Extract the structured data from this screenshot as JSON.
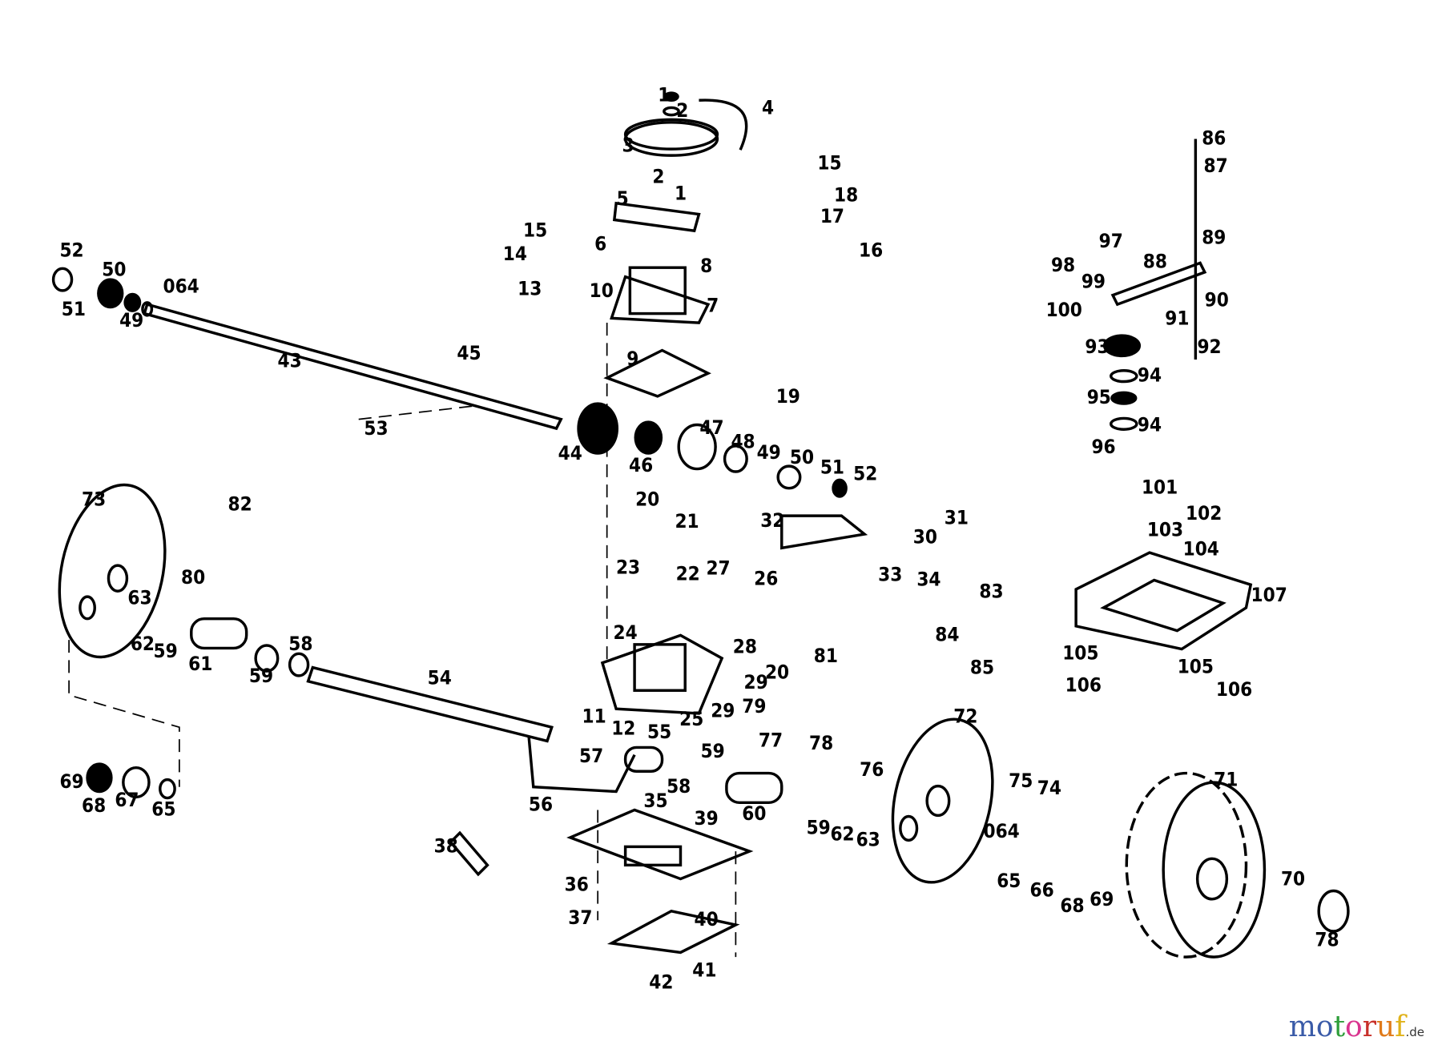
{
  "diagram": {
    "type": "exploded parts diagram",
    "part_labels": [
      "1",
      "2",
      "4",
      "3",
      "2",
      "1",
      "15",
      "18",
      "17",
      "16",
      "5",
      "15",
      "14",
      "6",
      "8",
      "13",
      "10",
      "7",
      "52",
      "50",
      "51",
      "49",
      "064",
      "43",
      "45",
      "9",
      "19",
      "53",
      "44",
      "46",
      "47",
      "48",
      "49",
      "50",
      "51",
      "52",
      "86",
      "87",
      "97",
      "98",
      "99",
      "88",
      "89",
      "100",
      "90",
      "91",
      "92",
      "93",
      "94",
      "95",
      "94",
      "96",
      "101",
      "102",
      "103",
      "104",
      "107",
      "105",
      "106",
      "105",
      "106",
      "73",
      "82",
      "20",
      "21",
      "23",
      "22",
      "27",
      "26",
      "32",
      "31",
      "30",
      "33",
      "34",
      "83",
      "84",
      "85",
      "80",
      "63",
      "62",
      "59",
      "61",
      "59",
      "58",
      "54",
      "24",
      "28",
      "29",
      "20",
      "81",
      "29",
      "79",
      "25",
      "11",
      "12",
      "72",
      "57",
      "55",
      "59",
      "77",
      "78",
      "76",
      "58",
      "56",
      "35",
      "60",
      "39",
      "59",
      "62",
      "63",
      "75",
      "74",
      "71",
      "064",
      "69",
      "68",
      "67",
      "65",
      "38",
      "36",
      "65",
      "66",
      "68",
      "69",
      "70",
      "78",
      "40",
      "37",
      "42",
      "41"
    ]
  },
  "logo": {
    "text": "motoruf",
    "suffix": ".de",
    "letter_colors": [
      "#3a5ba8",
      "#3a5ba8",
      "#2e9e3a",
      "#d9348f",
      "#c8302a",
      "#e07a1a",
      "#e0b21a"
    ]
  }
}
